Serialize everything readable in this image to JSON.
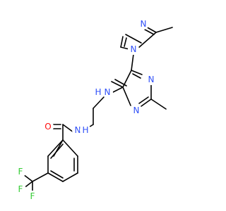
{
  "molecule": {
    "atoms": [
      {
        "id": "n_im3",
        "label": "N",
        "color": "#3050F8"
      },
      {
        "id": "n_im1",
        "label": "N",
        "color": "#3050F8"
      },
      {
        "id": "n_pyr3",
        "label": "N",
        "color": "#3050F8"
      },
      {
        "id": "n_pyr1",
        "label": "N",
        "color": "#3050F8"
      },
      {
        "id": "nh_amine",
        "label": "N",
        "color": "#3050F8"
      },
      {
        "id": "h_amine",
        "label": "H",
        "color": "#3050F8"
      },
      {
        "id": "nh_amide",
        "label": "N",
        "color": "#3050F8"
      },
      {
        "id": "h_amide",
        "label": "H",
        "color": "#3050F8"
      },
      {
        "id": "o_carbonyl",
        "label": "O",
        "color": "#FF0D0D"
      },
      {
        "id": "f1",
        "label": "F",
        "color": "#33CC33"
      },
      {
        "id": "f2",
        "label": "F",
        "color": "#33CC33"
      },
      {
        "id": "f3",
        "label": "F",
        "color": "#33CC33"
      }
    ]
  }
}
